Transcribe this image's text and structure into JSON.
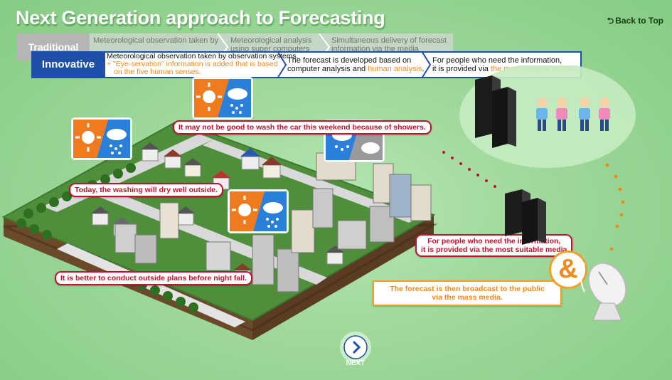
{
  "title": "Next Generation approach to Forecasting",
  "back_to_top": "Back to Top",
  "traditional": {
    "label": "Traditional",
    "steps": [
      "Meteorological observation taken by observation systems",
      "Meteorological analysis using super computers",
      "Simultaneous delivery of forecast information via the media"
    ]
  },
  "innovative": {
    "label": "Innovative",
    "step1_line1": "Meteorological observation taken by observation systems.",
    "step1_line2": "+ \"Eye-servation\" information is added that is based",
    "step1_line3": "on the five human senses.",
    "step2_line1": "The forecast is developed based on",
    "step2_line2a": "computer analysis and ",
    "step2_line2b": "human analysis",
    "step2_line2c": ".",
    "step3_line1": "For people who need the information,",
    "step3_line2a": "it is provided via ",
    "step3_line2b": "the most suitable media",
    "step3_line2c": "."
  },
  "bubbles": {
    "car": "It may not be good to wash the car this weekend because of showers.",
    "washing": "Today, the washing will dry well outside.",
    "plans": "It is better to conduct outside plans before night fall.",
    "media_line1": "For people who need the information,",
    "media_line2": "it is provided via the most suitable media",
    "broadcast_line1": "The forecast is then broadcast to the public",
    "broadcast_line2": "via the mass media."
  },
  "ampersand": "&",
  "next_label": "NEXT",
  "colors": {
    "accent_blue": "#1f4fa8",
    "accent_orange": "#f08a1c",
    "bubble_red": "#c8102e",
    "background_green": "#9ed89a"
  },
  "icons": [
    "back-arrow-icon",
    "weather-sun-rain-icon",
    "weather-rain-cloud-icon",
    "server-icon",
    "person-icon",
    "satellite-dish-icon",
    "next-arrow-icon"
  ]
}
